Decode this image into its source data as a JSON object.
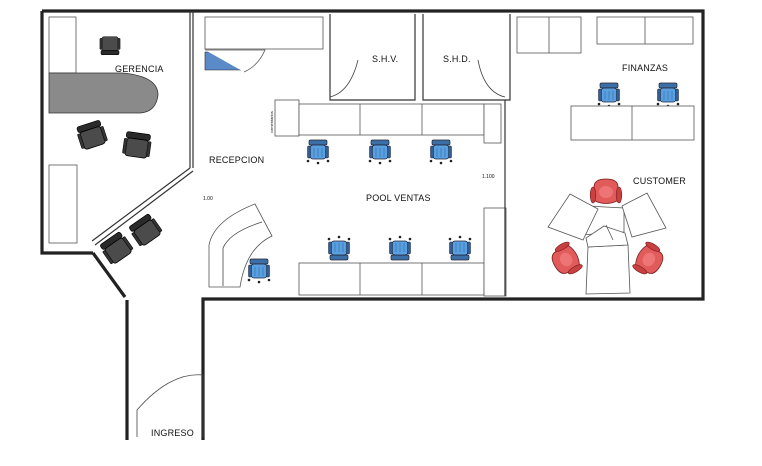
{
  "colors": {
    "wall": "#222222",
    "blue_chair": "#4a8fd1",
    "red_chair": "#e05a5a",
    "dark_chair": "#444444",
    "grey_desk": "#8a8a8a",
    "blue_glass": "#5b8ac8"
  },
  "rooms": {
    "gerencia": "GERENCIA",
    "recepcion": "RECEPCION",
    "shv": "S.H.V.",
    "shd": "S.H.D.",
    "finanzas": "FINANZAS",
    "pool_ventas": "POOL VENTAS",
    "customer": "CUSTOMER",
    "ingreso": "INGRESO"
  },
  "dimensions": {
    "door_left": "1.00",
    "door_right": "1.100"
  },
  "small_text": {
    "wall_tag": "comentarios"
  },
  "icons": {
    "office_chair_blue": "office-chair-blue-icon",
    "office_chair_dark": "office-chair-dark-icon",
    "office_chair_red": "office-chair-red-icon"
  }
}
